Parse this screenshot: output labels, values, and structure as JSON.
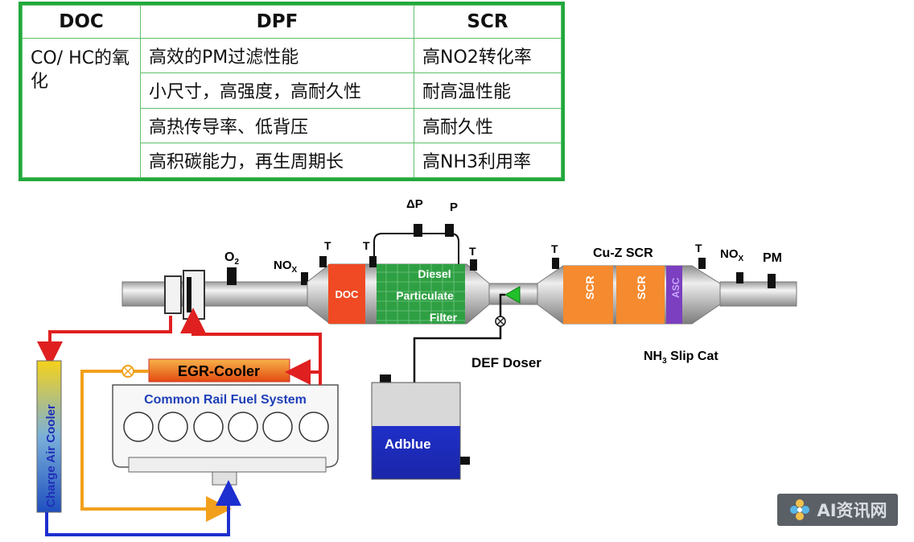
{
  "table": {
    "headers": [
      "DOC",
      "DPF",
      "SCR"
    ],
    "doc_text": "CO/ HC的氧化",
    "dpf": [
      "高效的PM过滤性能",
      "小尺寸，高强度，高耐久性",
      "高热传导率、低背压",
      "高积碳能力，再生周期长"
    ],
    "scr": [
      "高NO2转化率",
      "耐高温性能",
      "高耐久性",
      "高NH3利用率"
    ]
  },
  "diagram": {
    "o2": "O",
    "o2_sub": "2",
    "nox1": "NO",
    "nox1_sub": "X",
    "t_label": "T",
    "delta_p": "ΔP",
    "p": "P",
    "doc": "DOC",
    "dpf_line1": "Diesel",
    "dpf_line2": "Particulate",
    "dpf_line3": "Filter",
    "cuz_scr": "Cu-Z SCR",
    "scr1": "SCR",
    "scr2": "SCR",
    "asc": "ASC",
    "nox2": "NO",
    "nox2_sub": "X",
    "pm": "PM",
    "def_doser": "DEF Doser",
    "nh3_slip": "NH",
    "nh3_sub": "3",
    "slip_cat": " Slip Cat",
    "egr_cooler": "EGR-Cooler",
    "common_rail": "Common Rail Fuel System",
    "charge_air": "Charge Air Cooler",
    "adblue": "Adblue"
  },
  "watermark": {
    "text": "AI资讯网"
  },
  "colors": {
    "table_border": "#22a83c",
    "doc": "#ef4a23",
    "dpf": "#2ea043",
    "scr": "#f58a2e",
    "asc": "#7b3fbf",
    "adblue": "#1f2fc8",
    "egr": "#f08a12"
  }
}
